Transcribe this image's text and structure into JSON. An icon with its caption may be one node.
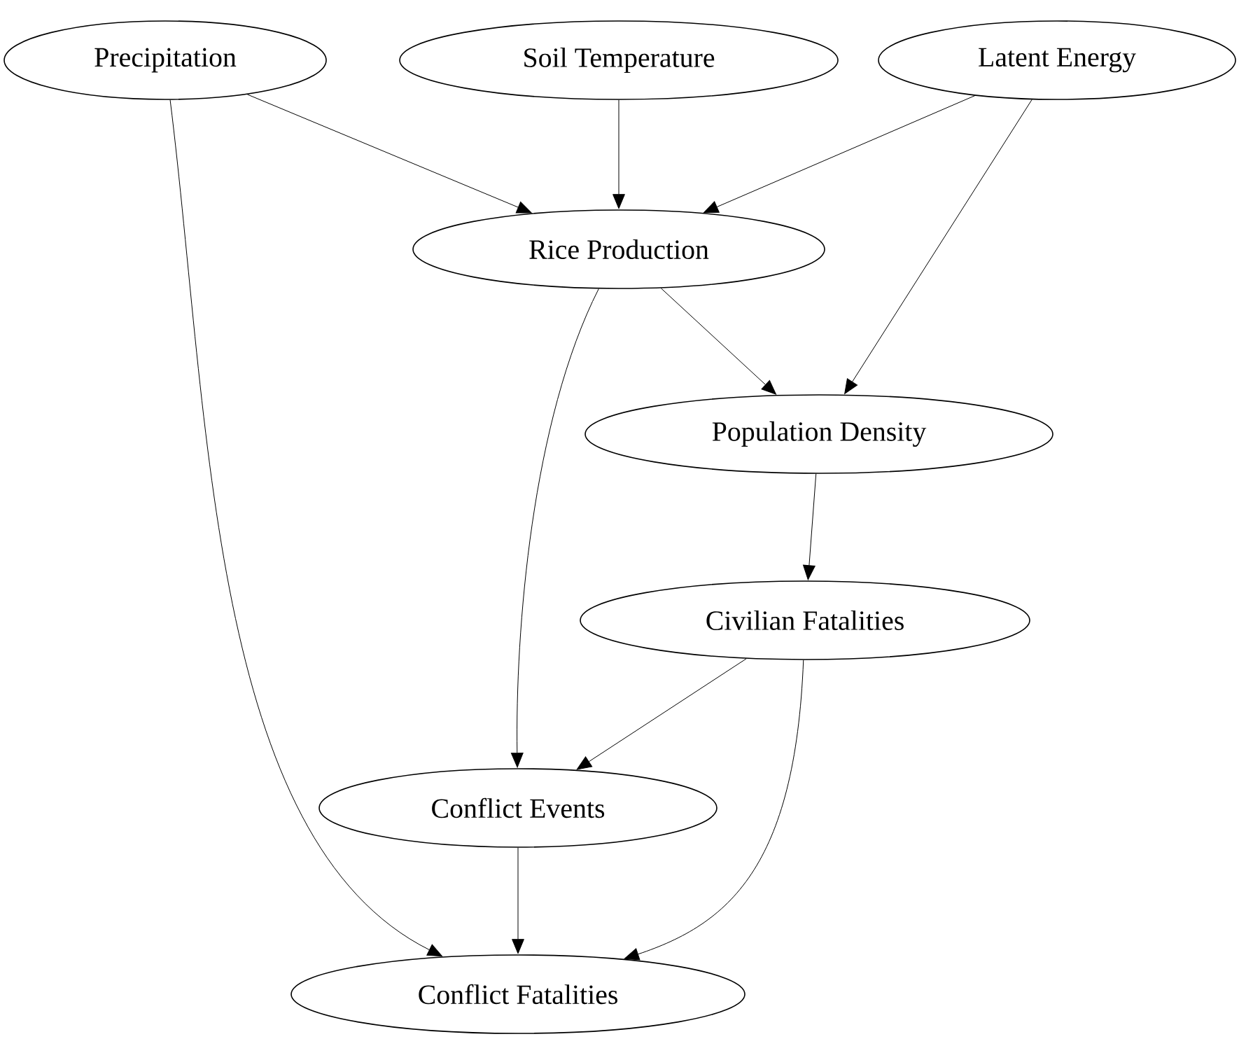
{
  "diagram": {
    "nodes": [
      {
        "text": [
          "Precipitation"
        ]
      },
      {
        "text": [
          "Soil Temperature"
        ]
      },
      {
        "text": [
          "Latent Energy"
        ]
      },
      {
        "text": [
          "Rice Production"
        ]
      },
      {
        "text": [
          "Population Density"
        ]
      },
      {
        "text": [
          "Civilian Fatalities"
        ]
      },
      {
        "text": [
          "Conflict Events"
        ]
      },
      {
        "text": [
          "Conflict Fatalities"
        ]
      }
    ],
    "edges": [
      {
        "from": 0,
        "to": 3,
        "arrow": "to"
      },
      {
        "from": 0,
        "to": 7,
        "arrow": "to"
      },
      {
        "from": 1,
        "to": 3,
        "arrow": "to"
      },
      {
        "from": 2,
        "to": 3,
        "arrow": "to"
      },
      {
        "from": 2,
        "to": 4,
        "arrow": "to"
      },
      {
        "from": 3,
        "to": 4,
        "arrow": "to"
      },
      {
        "from": 3,
        "to": 6,
        "arrow": "to"
      },
      {
        "from": 4,
        "to": 5,
        "arrow": "to"
      },
      {
        "from": 5,
        "to": 6,
        "arrow": "to"
      },
      {
        "from": 5,
        "to": 7,
        "arrow": "to"
      },
      {
        "from": 6,
        "to": 7,
        "arrow": "to"
      }
    ]
  }
}
